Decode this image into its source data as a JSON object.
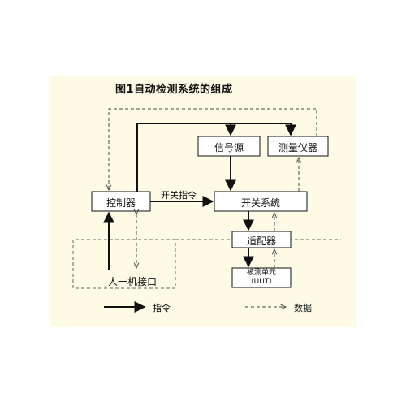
{
  "title": "图1自动检测系统的组成",
  "nodes": {
    "signal_source": "信号源",
    "instrument": "测量仪器",
    "controller": "控制器",
    "switch_system": "开关系统",
    "adapter": "适配器",
    "hmi": "人一机接口",
    "uut_line1": "被测单元",
    "uut_line2": "（UUT）"
  },
  "edges": {
    "switch_cmd": "开关指令"
  },
  "legend": {
    "command": "指令",
    "data": "数据"
  },
  "colors": {
    "panel": "#fdfbe6",
    "line": "#111111",
    "dashed": "#555555"
  }
}
